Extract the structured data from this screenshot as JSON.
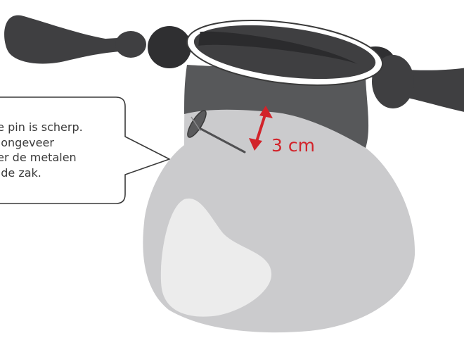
{
  "callout": {
    "lines": [
      "de pin is scherp.",
      "n ongeveer",
      "der de metalen",
      "n de zak."
    ]
  },
  "measurement": {
    "label": "3 cm"
  },
  "colors": {
    "accent_red": "#d2232a",
    "bag_light": "#cbcbcd",
    "bag_dark": "#57585a",
    "handle_dark": "#3f3f41",
    "highlight": "#ececec",
    "rim_white": "#ffffff",
    "outline": "#3a3a3a"
  }
}
